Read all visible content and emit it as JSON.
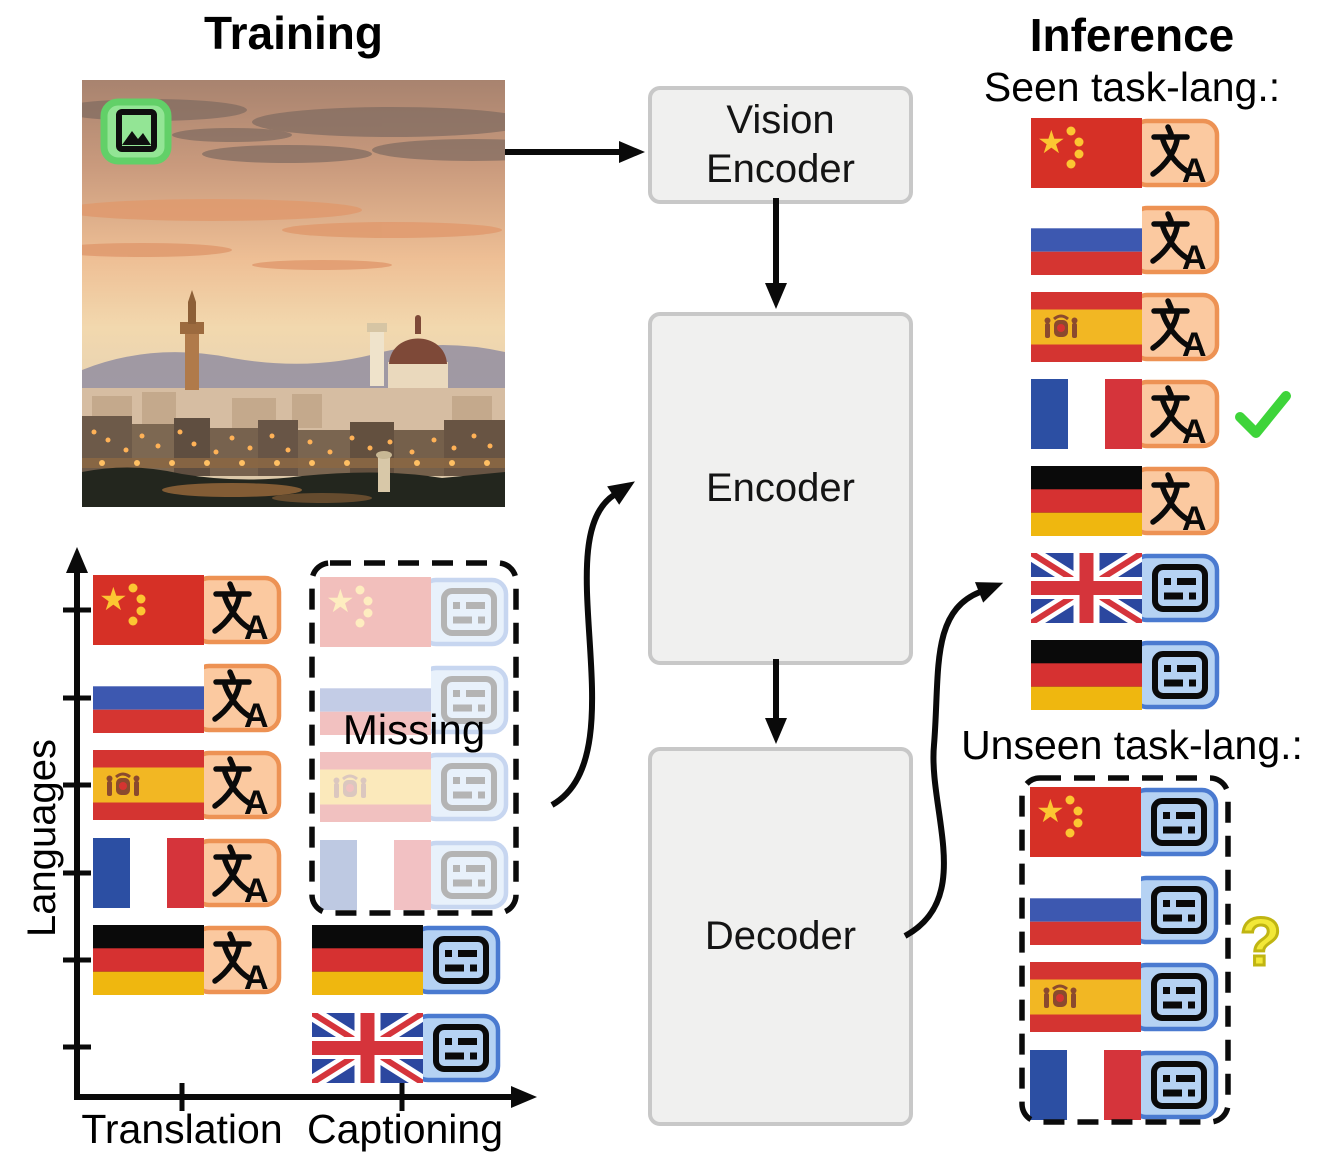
{
  "training": {
    "title": "Training",
    "axis": {
      "y_label": "Languages",
      "x_labels": [
        "Translation",
        "Captioning"
      ]
    },
    "translation_rows": [
      {
        "country": "china",
        "task": "translation"
      },
      {
        "country": "russia",
        "task": "translation"
      },
      {
        "country": "spain",
        "task": "translation"
      },
      {
        "country": "france",
        "task": "translation"
      },
      {
        "country": "germany",
        "task": "translation"
      }
    ],
    "missing": {
      "label": "Missing",
      "rows": [
        {
          "country": "china",
          "task": "captioning"
        },
        {
          "country": "russia",
          "task": "captioning"
        },
        {
          "country": "spain",
          "task": "captioning"
        },
        {
          "country": "france",
          "task": "captioning"
        }
      ]
    },
    "captioning_rows": [
      {
        "country": "germany",
        "task": "captioning"
      },
      {
        "country": "uk",
        "task": "captioning"
      }
    ]
  },
  "model": {
    "vision_encoder": "Vision Encoder",
    "encoder": "Encoder",
    "decoder": "Decoder"
  },
  "inference": {
    "title": "Inference",
    "seen_heading": "Seen task-lang.:",
    "unseen_heading": "Unseen task-lang.:",
    "seen_rows": [
      {
        "country": "china",
        "task": "translation"
      },
      {
        "country": "russia",
        "task": "translation"
      },
      {
        "country": "spain",
        "task": "translation"
      },
      {
        "country": "france",
        "task": "translation",
        "mark": "check"
      },
      {
        "country": "germany",
        "task": "translation"
      },
      {
        "country": "uk",
        "task": "captioning"
      },
      {
        "country": "germany",
        "task": "captioning"
      }
    ],
    "unseen_rows": [
      {
        "country": "china",
        "task": "captioning"
      },
      {
        "country": "russia",
        "task": "captioning"
      },
      {
        "country": "spain",
        "task": "captioning"
      },
      {
        "country": "france",
        "task": "captioning"
      }
    ],
    "question_mark": "?"
  },
  "icons": {
    "image_badge": "image-icon",
    "translation_glyph": "文",
    "translation_letter": "A",
    "captioning_glyph": "subtitle-card",
    "checkmark": "green-check",
    "question": "yellow-question-mark"
  },
  "colors": {
    "chips": {
      "translation": {
        "fill": "#fbc9a0",
        "border": "#ed9254"
      },
      "captioning": {
        "fill": "#b5d2f3",
        "border": "#4a7ad0"
      }
    },
    "box_fill": "#f0f0ef",
    "box_border": "#c8c8c8",
    "check_green": "#3ed43a",
    "question_yellow": "#f2e838",
    "question_outline": "#c0b512",
    "image_badge": {
      "fill": "#93e595",
      "border": "#62d068"
    },
    "flags": {
      "china": {
        "field": "#d63026",
        "star": "#fcc632"
      },
      "russia": {
        "top": "#ffffff",
        "mid": "#3d58b0",
        "bottom": "#d53531"
      },
      "spain": {
        "red": "#d43431",
        "yellow": "#f2b723",
        "emblem": "#8a4a2e"
      },
      "france": {
        "left": "#2c4fa3",
        "mid": "#ffffff",
        "right": "#d5343b"
      },
      "germany": {
        "top": "#0a0a0a",
        "mid": "#d63131",
        "bottom": "#efb70f"
      },
      "uk": {
        "field": "#2b479f",
        "cross": "#d5343b",
        "fim": "#ffffff"
      }
    }
  }
}
